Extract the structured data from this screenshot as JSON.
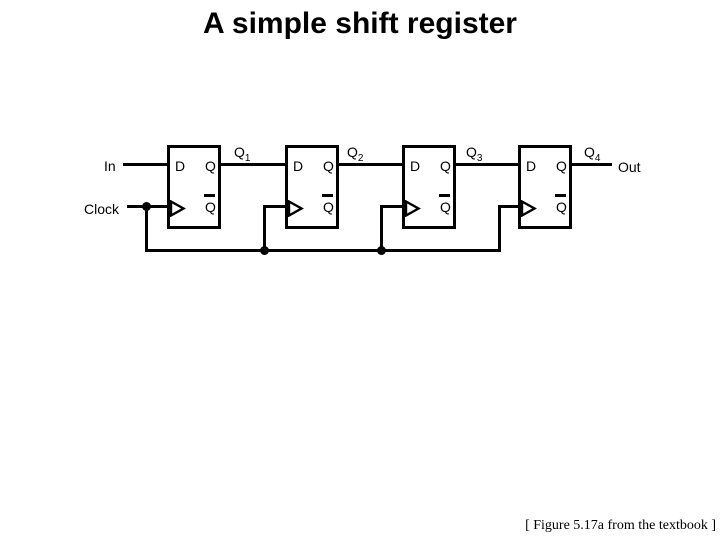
{
  "title": "A simple shift register",
  "caption": "[ Figure 5.17a from the textbook ]",
  "colors": {
    "ink": "#000000",
    "background": "#ffffff"
  },
  "diagram": {
    "input_label": "In",
    "clock_label": "Clock",
    "output_label": "Out",
    "flipflops": [
      {
        "d": "D",
        "q": "Q",
        "qbar": "Q"
      },
      {
        "d": "D",
        "q": "Q",
        "qbar": "Q"
      },
      {
        "d": "D",
        "q": "Q",
        "qbar": "Q"
      },
      {
        "d": "D",
        "q": "Q",
        "qbar": "Q"
      }
    ],
    "stage_outputs": [
      {
        "text": "Q",
        "sub": "1"
      },
      {
        "text": "Q",
        "sub": "2"
      },
      {
        "text": "Q",
        "sub": "3"
      },
      {
        "text": "Q",
        "sub": "4"
      }
    ]
  }
}
